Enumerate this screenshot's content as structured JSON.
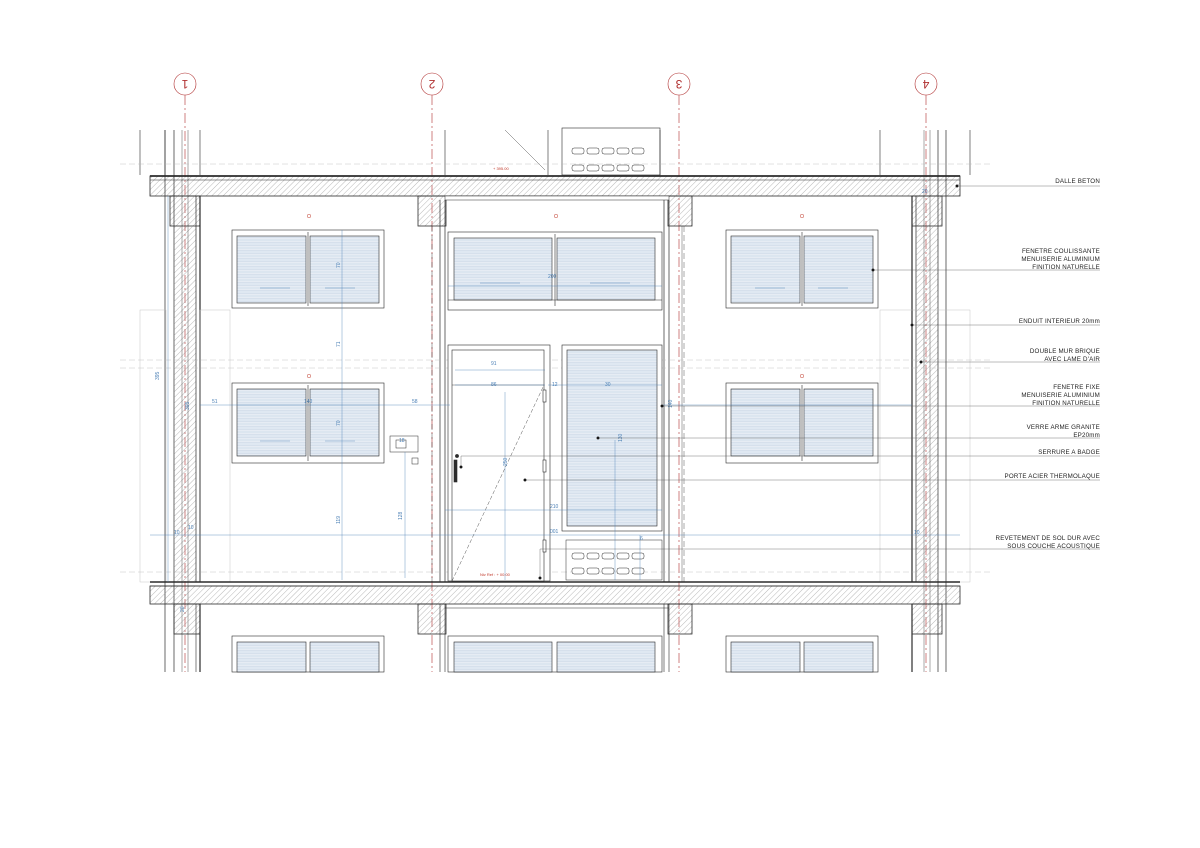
{
  "grid_axes": [
    "1",
    "2",
    "3",
    "4"
  ],
  "callouts": [
    {
      "lines": [
        "DALLE BETON"
      ]
    },
    {
      "lines": [
        "FENETRE COULISSANTE",
        "MENUISERIE ALUMINIUM",
        "FINITION NATURELLE"
      ]
    },
    {
      "lines": [
        "ENDUIT INTERIEUR 20mm"
      ]
    },
    {
      "lines": [
        "DOUBLE MUR BRIQUE",
        "AVEC LAME D'AIR"
      ]
    },
    {
      "lines": [
        "FENETRE FIXE",
        "MENUISERIE ALUMINIUM",
        "FINITION NATURELLE"
      ]
    },
    {
      "lines": [
        "VERRE ARME GRANITE",
        "EP20mm"
      ]
    },
    {
      "lines": [
        "SERRURE A BADGE"
      ]
    },
    {
      "lines": [
        "PORTE ACIER THERMOLAQUE"
      ]
    },
    {
      "lines": [
        "REVETEMENT DE SOL DUR AVEC",
        "SOUS COUCHE ACOUSTIQUE"
      ]
    }
  ],
  "levels": {
    "top": "+ 395.00",
    "floor": "Niv Ref : + 00.00"
  },
  "dimensions": {
    "window_top_left_height": "70",
    "window_mid_width": "200",
    "storey_height": "395",
    "left_wall_height": "395",
    "mid_height": "71",
    "door_width": "91",
    "door_inner_width": "86",
    "door_jamb": "12",
    "glass_width": "30",
    "left_offset": "51",
    "window_width": "140",
    "window_gap": "58",
    "window_lower_height": "70",
    "glass_height": "130",
    "door_height": "250",
    "right_window_height": "140",
    "badge_width": "18",
    "badge_height": "128",
    "sill_height": "119",
    "total_height": "210",
    "slab_left": "10",
    "slab_right": "10",
    "slab_right_inner": "10",
    "floor_offset": "001",
    "glass_bottom": "6",
    "slab_thk": "20",
    "bottom_left": "20"
  },
  "colors": {
    "line": "#2b2b2b",
    "dimension": "#4a7fb5",
    "glazing": "#dfe8f2",
    "hatch": "#8a8a8a",
    "axis": "#b03030"
  }
}
